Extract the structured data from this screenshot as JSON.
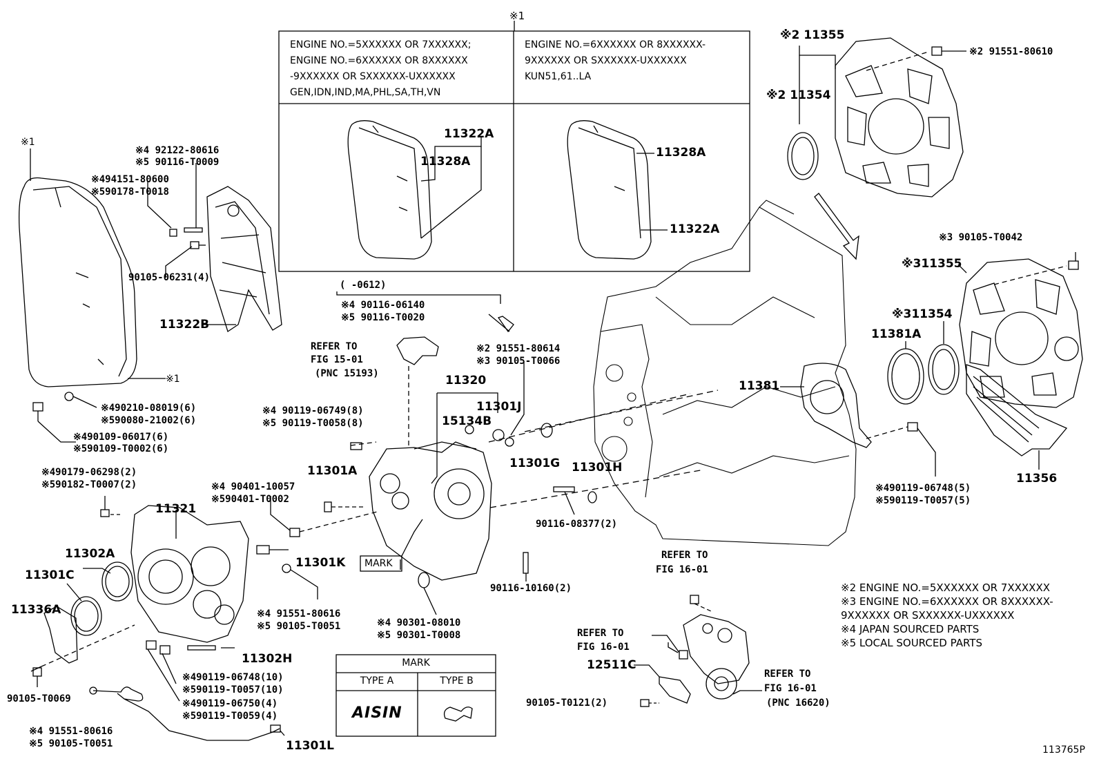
{
  "diagram": {
    "figure_id": "113765P",
    "header_mark": "※1",
    "variant_table": {
      "left_text": [
        "ENGINE NO.=5XXXXXX OR 7XXXXXX;",
        "ENGINE NO.=6XXXXXX OR 8XXXXXX",
        "-9XXXXXX OR SXXXXXX-UXXXXXX",
        "GEN,IDN,IND,MA,PHL,SA,TH,VN"
      ],
      "right_text": [
        "ENGINE NO.=6XXXXXX OR 8XXXXXX-",
        "9XXXXXX OR SXXXXXX-UXXXXXX",
        "KUN51,61..LA"
      ],
      "left_labels": [
        "11322A",
        "11328A"
      ],
      "right_labels": [
        "11328A",
        "11322A"
      ]
    },
    "mark_table": {
      "title": "MARK",
      "col_a": "TYPE A",
      "col_b": "TYPE B",
      "logo": "AISIN"
    },
    "notes": [
      "※2 ENGINE NO.=5XXXXXX OR 7XXXXXX",
      "※3 ENGINE NO.=6XXXXXX OR 8XXXXXX-",
      "9XXXXXX OR SXXXXXX-UXXXXXX",
      "※4 JAPAN SOURCED PARTS",
      "※5 LOCAL SOURCED PARTS"
    ],
    "labels": {
      "l_x1_top": "※1",
      "l_x1_side": "※1",
      "l_92122": "※4 92122-80616",
      "l_90116_t0009": "※5 90116-T0009",
      "l_94151": "※494151-80600",
      "l_90178": "※590178-T0018",
      "l_90105_06231": "90105-06231(4)",
      "l_11322b": "11322B",
      "l_90210": "※490210-08019(6)",
      "l_90080": "※590080-21002(6)",
      "l_90109_06017": "※490109-06017(6)",
      "l_90109_t0002": "※590109-T0002(6)",
      "l_90179": "※490179-06298(2)",
      "l_90182": "※590182-T0007(2)",
      "l_11321": "11321",
      "l_11302a": "11302A",
      "l_11301c": "11301C",
      "l_11336a": "11336A",
      "l_90105_t0069": "90105-T0069",
      "l_91551_80616_b1": "※4 91551-80616",
      "l_90105_t0051_b1": "※5 90105-T0051",
      "l_11301l": "11301L",
      "l_11302h": "11302H",
      "l_90119_06748_10": "※490119-06748(10)",
      "l_90119_t0057_10": "※590119-T0057(10)",
      "l_90119_06750": "※490119-06750(4)",
      "l_90119_t0059": "※590119-T0059(4)",
      "l_11301k": "11301K",
      "l_91551_80616_b2": "※4 91551-80616",
      "l_90105_t0051_b2": "※5 90105-T0051",
      "l_90401_10057": "※4 90401-10057",
      "l_90401_t0002": "※590401-T0002",
      "l_11301a": "11301A",
      "l_90119_06749": "※4 90119-06749(8)",
      "l_90119_t0058": "※5 90119-T0058(8)",
      "l_0612": "(     -0612)",
      "l_90116_06140": "※4 90116-06140",
      "l_90116_t0020": "※5 90116-T0020",
      "l_refer_15_a": "REFER TO",
      "l_refer_15_b": "FIG 15-01",
      "l_refer_15_c": "(PNC 15193)",
      "l_91551_80614": "※2 91551-80614",
      "l_90105_t0066": "※3 90105-T0066",
      "l_11320": "11320",
      "l_11301j": "11301J",
      "l_15134b": "15134B",
      "l_11301g": "11301G",
      "l_11301h": "11301H",
      "l_mark": "MARK",
      "l_90116_08377": "90116-08377(2)",
      "l_90116_10160": "90116-10160(2)",
      "l_90301_08010": "※4 90301-08010",
      "l_90301_t0008": "※5 90301-T0008",
      "l_x2_11355": "※2 11355",
      "l_x2_91551": "※2 91551-80610",
      "l_x2_11354": "※2 11354",
      "l_x3_90105": "※3 90105-T0042",
      "l_x3_11355": "※311355",
      "l_x3_11354": "※311354",
      "l_11381a": "11381A",
      "l_11381": "11381",
      "l_11356": "11356",
      "l_90119_06748_5": "※490119-06748(5)",
      "l_90119_t0057_5": "※590119-T0057(5)",
      "l_refer_16_1a": "REFER TO",
      "l_refer_16_1b": "FIG 16-01",
      "l_refer_16_2a": "REFER TO",
      "l_refer_16_2b": "FIG 16-01",
      "l_12511c": "12511C",
      "l_90105_t0121": "90105-T0121(2)",
      "l_refer_16_3a": "REFER TO",
      "l_refer_16_3b": "FIG 16-01",
      "l_refer_16_3c": "(PNC 16620)"
    }
  }
}
